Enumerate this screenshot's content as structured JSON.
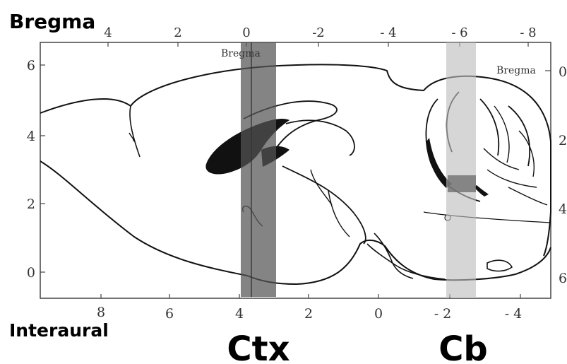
{
  "title_top": "Bregma",
  "title_bottom": "Interaural",
  "top_ticks": [
    "4",
    "2",
    "0",
    "-2",
    "- 4",
    "- 6",
    "- 8"
  ],
  "bottom_ticks": [
    "8",
    "6",
    "4",
    "2",
    "0",
    "- 2",
    "- 4"
  ],
  "left_ticks": [
    "6",
    "4",
    "2",
    "0"
  ],
  "right_ticks": [
    "0",
    "2",
    "4",
    "6"
  ],
  "inner_labels": {
    "bregma_line": "Bregma",
    "bregma_right": "Bregma"
  },
  "regions": {
    "ctx": "Ctx",
    "cb": "Cb"
  },
  "colors": {
    "ctx_band": "#555555",
    "cb_band": "#bdbdbd",
    "ventricle": "#111111"
  }
}
